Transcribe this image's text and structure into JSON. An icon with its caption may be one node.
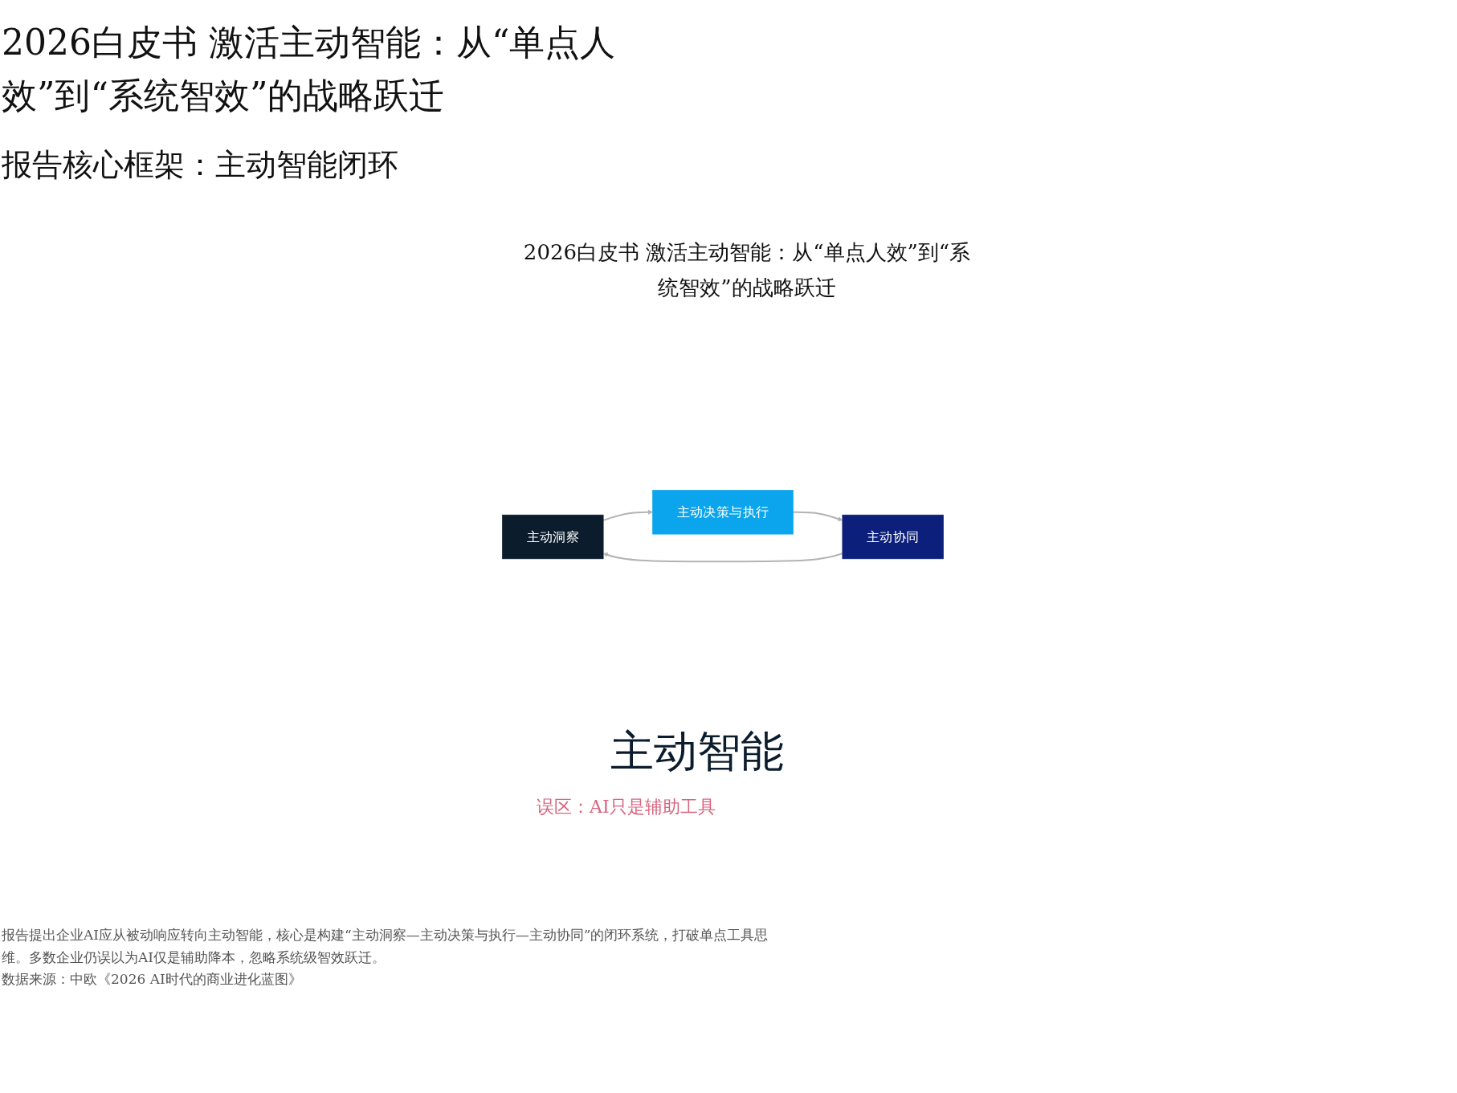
{
  "diagram": {
    "title": "2026白皮书 激活主动智能：从“单点人效”到“系统智效”的战略跃迁",
    "caption": "报告提出企业AI应从被动响应转向主动智能，核心是构建“主动洞察—主动决策与执行—主动协同”的闭环系统，打破单点工具思维。多数企业仍误以为AI仅是辅助降本，忽略系统级智效跃迁。",
    "nodes": [
      {
        "text": [
          "主动洞察"
        ]
      },
      {
        "text": [
          "主动决策与执行"
        ]
      },
      {
        "text": [
          "主动协同"
        ]
      }
    ],
    "edges": [
      {
        "from": 0,
        "to": 1,
        "arrow": "to"
      },
      {
        "from": 1,
        "to": 2,
        "arrow": "to"
      },
      {
        "from": 2,
        "to": 0,
        "arrow": "to"
      }
    ],
    "labels": [
      "报告核心框架：主动智能闭环",
      "2026白皮书 激活主动智能：从“单点人效”到“系统智效”的战略跃迁",
      "主动智能",
      "误区：AI只是辅助工具",
      "数据来源：中欧《2026 AI时代的商业进化蓝图》"
    ]
  }
}
